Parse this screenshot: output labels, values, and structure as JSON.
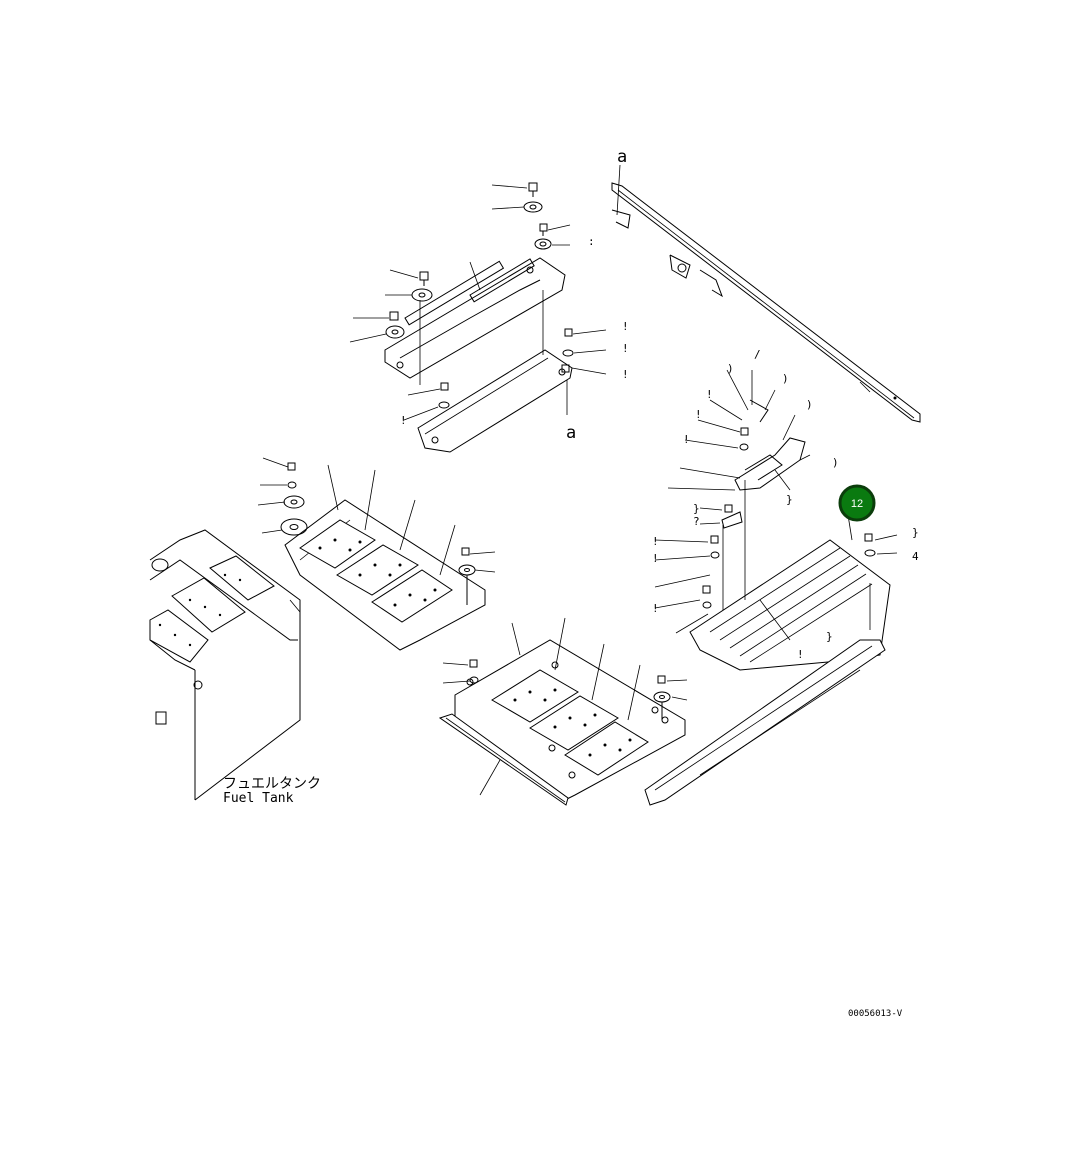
{
  "labels": {
    "ref_a_top": "a",
    "ref_a_bottom": "a",
    "fuel_tank_jp": "フュエルタンク",
    "fuel_tank_en": "Fuel Tank"
  },
  "callout": {
    "number": "12",
    "fill": "#0a7a10",
    "ring": "#0b3d0b"
  },
  "footer": {
    "drawing_id": "00056013-V"
  }
}
